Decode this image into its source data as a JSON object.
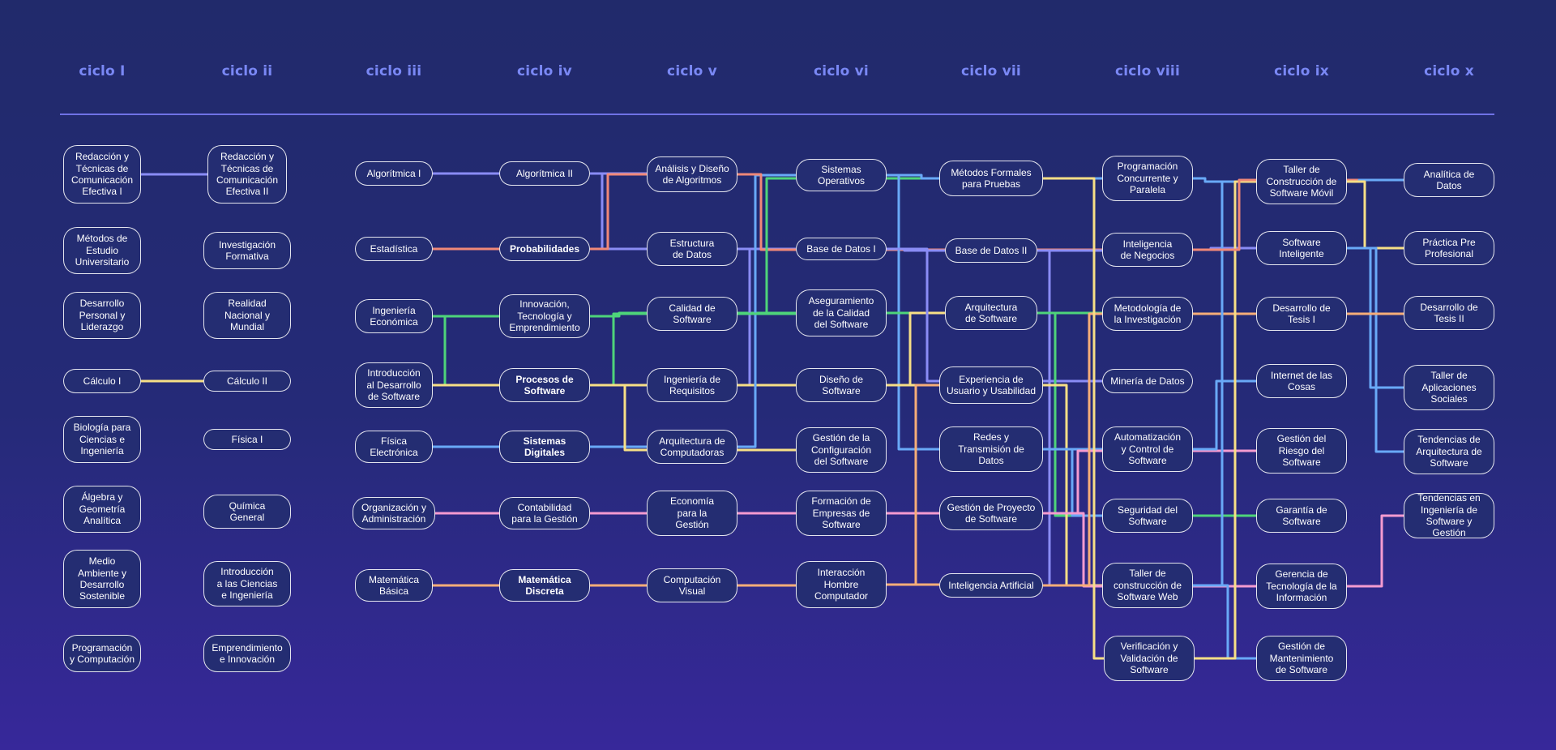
{
  "colors": {
    "purple": "#8a8cf5",
    "salmon": "#f08878",
    "green": "#4ed47a",
    "yellow": "#f7df86",
    "blue": "#69a9f7",
    "pink": "#f49bd0",
    "orange": "#f6ad78",
    "heading": "#7a88f5"
  },
  "cycles": [
    "ciclo I",
    "ciclo ii",
    "ciclo iii",
    "ciclo iv",
    "ciclo v",
    "ciclo vi",
    "ciclo vii",
    "ciclo viii",
    "ciclo ix",
    "ciclo x"
  ],
  "courses": [
    {
      "id": "c1_1",
      "name": "Redacción y\nTécnicas de\nComunicación\nEfectiva I"
    },
    {
      "id": "c1_2",
      "name": "Métodos de\nEstudio\nUniversitario"
    },
    {
      "id": "c1_3",
      "name": "Desarrollo\nPersonal y\nLiderazgo"
    },
    {
      "id": "c1_4",
      "name": "Cálculo I"
    },
    {
      "id": "c1_5",
      "name": "Biología para\nCiencias e\nIngeniería"
    },
    {
      "id": "c1_6",
      "name": "Álgebra y\nGeometría\nAnalítica"
    },
    {
      "id": "c1_7",
      "name": "Medio\nAmbiente y\nDesarrollo\nSostenible"
    },
    {
      "id": "c1_8",
      "name": "Programación\ny Computación"
    },
    {
      "id": "c2_1",
      "name": "Redacción y\nTécnicas de\nComunicación\nEfectiva II"
    },
    {
      "id": "c2_2",
      "name": "Investigación\nFormativa"
    },
    {
      "id": "c2_3",
      "name": "Realidad\nNacional y\nMundial"
    },
    {
      "id": "c2_4",
      "name": "Cálculo II"
    },
    {
      "id": "c2_5",
      "name": "Física I"
    },
    {
      "id": "c2_6",
      "name": "Química\nGeneral"
    },
    {
      "id": "c2_7",
      "name": "Introducción\na las Ciencias\ne Ingeniería"
    },
    {
      "id": "c2_8",
      "name": "Emprendimiento\ne Innovación"
    },
    {
      "id": "c3_1",
      "name": "Algorítmica I"
    },
    {
      "id": "c3_2",
      "name": "Estadística"
    },
    {
      "id": "c3_3",
      "name": "Ingeniería\nEconómica"
    },
    {
      "id": "c3_4",
      "name": "Introducción\nal Desarrollo\nde Software"
    },
    {
      "id": "c3_5",
      "name": "Física\nElectrónica"
    },
    {
      "id": "c3_6",
      "name": "Organización y\nAdministración"
    },
    {
      "id": "c3_7",
      "name": "Matemática\nBásica"
    },
    {
      "id": "c4_1",
      "name": "Algorítmica II"
    },
    {
      "id": "c4_2",
      "name": "Probabilidades"
    },
    {
      "id": "c4_3",
      "name": "Innovación,\nTecnología y\nEmprendimiento"
    },
    {
      "id": "c4_4",
      "name": "Procesos de\nSoftware"
    },
    {
      "id": "c4_5",
      "name": "Sistemas\nDigitales"
    },
    {
      "id": "c4_6",
      "name": "Contabilidad\npara la Gestión"
    },
    {
      "id": "c4_7",
      "name": "Matemática\nDiscreta"
    },
    {
      "id": "c5_1",
      "name": "Análisis y Diseño\nde Algoritmos"
    },
    {
      "id": "c5_2",
      "name": "Estructura\nde Datos"
    },
    {
      "id": "c5_3",
      "name": "Calidad de\nSoftware"
    },
    {
      "id": "c5_4",
      "name": "Ingeniería de\nRequisitos"
    },
    {
      "id": "c5_5",
      "name": "Arquitectura de\nComputadoras"
    },
    {
      "id": "c5_6",
      "name": "Economía\npara la\nGestión"
    },
    {
      "id": "c5_7",
      "name": "Computación\nVisual"
    },
    {
      "id": "c6_1",
      "name": "Sistemas\nOperativos"
    },
    {
      "id": "c6_2",
      "name": "Base de Datos I"
    },
    {
      "id": "c6_3",
      "name": "Aseguramiento\nde la Calidad\ndel Software"
    },
    {
      "id": "c6_4",
      "name": "Diseño de\nSoftware"
    },
    {
      "id": "c6_5",
      "name": "Gestión de la\nConfiguración\ndel Software"
    },
    {
      "id": "c6_6",
      "name": "Formación de\nEmpresas de\nSoftware"
    },
    {
      "id": "c6_7",
      "name": "Interacción\nHombre\nComputador"
    },
    {
      "id": "c7_1",
      "name": "Métodos Formales\npara Pruebas"
    },
    {
      "id": "c7_2",
      "name": "Base de Datos II"
    },
    {
      "id": "c7_3",
      "name": "Arquitectura\nde Software"
    },
    {
      "id": "c7_4",
      "name": "Experiencia de\nUsuario y Usabilidad"
    },
    {
      "id": "c7_5",
      "name": "Redes y\nTransmisión de\nDatos"
    },
    {
      "id": "c7_6",
      "name": "Gestión de Proyecto\nde Software"
    },
    {
      "id": "c7_7",
      "name": "Inteligencia Artificial"
    },
    {
      "id": "c8_1",
      "name": "Programación\nConcurrente y\nParalela"
    },
    {
      "id": "c8_2",
      "name": "Inteligencia\nde Negocios"
    },
    {
      "id": "c8_3",
      "name": "Metodología de\nla Investigación"
    },
    {
      "id": "c8_4",
      "name": "Minería de Datos"
    },
    {
      "id": "c8_5",
      "name": "Automatización\ny Control de\nSoftware"
    },
    {
      "id": "c8_6",
      "name": "Seguridad del\nSoftware"
    },
    {
      "id": "c8_7",
      "name": "Taller de\nconstrucción de\nSoftware Web"
    },
    {
      "id": "c8_8",
      "name": "Verificación y\nValidación de\nSoftware"
    },
    {
      "id": "c9_1",
      "name": "Taller de\nConstrucción de\nSoftware Móvil"
    },
    {
      "id": "c9_2",
      "name": "Software\nInteligente"
    },
    {
      "id": "c9_3",
      "name": "Desarrollo de\nTesis I"
    },
    {
      "id": "c9_4",
      "name": "Internet de las\nCosas"
    },
    {
      "id": "c9_5",
      "name": "Gestión del\nRiesgo del\nSoftware"
    },
    {
      "id": "c9_6",
      "name": "Garantía de\nSoftware"
    },
    {
      "id": "c9_7",
      "name": "Gerencia de\nTecnología de la\nInformación"
    },
    {
      "id": "c9_8",
      "name": "Gestión de\nMantenimiento\nde Software"
    },
    {
      "id": "c10_1",
      "name": "Analítica de\nDatos"
    },
    {
      "id": "c10_2",
      "name": "Práctica Pre\nProfesional"
    },
    {
      "id": "c10_3",
      "name": "Desarrollo de\nTesis II"
    },
    {
      "id": "c10_4",
      "name": "Taller de\nAplicaciones\nSociales"
    },
    {
      "id": "c10_5",
      "name": "Tendencias de\nArquitectura de\nSoftware"
    },
    {
      "id": "c10_6",
      "name": "Tendencias en\nIngeniería de\nSoftware y Gestión"
    }
  ],
  "prerequisites": [
    {
      "from": "c1_1",
      "to": "c2_1",
      "color": "purple"
    },
    {
      "from": "c1_4",
      "to": "c2_4",
      "color": "yellow"
    },
    {
      "from": "c3_1",
      "to": "c4_1",
      "color": "purple"
    },
    {
      "from": "c3_2",
      "to": "c4_2",
      "color": "salmon"
    },
    {
      "from": "c3_3",
      "to": "c4_3",
      "color": "green"
    },
    {
      "from": "c3_3",
      "to": "c4_4",
      "color": "green"
    },
    {
      "from": "c3_4",
      "to": "c4_4",
      "color": "yellow"
    },
    {
      "from": "c3_5",
      "to": "c4_5",
      "color": "blue"
    },
    {
      "from": "c3_6",
      "to": "c4_6",
      "color": "pink"
    },
    {
      "from": "c3_7",
      "to": "c4_7",
      "color": "orange"
    },
    {
      "from": "c4_1",
      "to": "c5_1",
      "color": "purple"
    },
    {
      "from": "c4_1",
      "to": "c5_2",
      "color": "purple"
    },
    {
      "from": "c4_2",
      "to": "c5_1",
      "color": "salmon"
    },
    {
      "from": "c4_4",
      "to": "c5_3",
      "color": "green"
    },
    {
      "from": "c4_4",
      "to": "c5_4",
      "color": "yellow"
    },
    {
      "from": "c4_5",
      "to": "c5_5",
      "color": "blue"
    },
    {
      "from": "c4_6",
      "to": "c5_6",
      "color": "pink"
    },
    {
      "from": "c4_7",
      "to": "c5_7",
      "color": "orange"
    },
    {
      "from": "c4_3",
      "to": "c6_3",
      "color": "green"
    },
    {
      "from": "c4_4",
      "to": "c6_5",
      "color": "yellow"
    },
    {
      "from": "c5_2",
      "to": "c6_2",
      "color": "purple"
    },
    {
      "from": "c5_2",
      "to": "c6_4",
      "color": "purple"
    },
    {
      "from": "c5_3",
      "to": "c6_3",
      "color": "green"
    },
    {
      "from": "c5_4",
      "to": "c6_4",
      "color": "yellow"
    },
    {
      "from": "c5_5",
      "to": "c6_1",
      "color": "blue"
    },
    {
      "from": "c5_6",
      "to": "c6_6",
      "color": "pink"
    },
    {
      "from": "c5_7",
      "to": "c6_7",
      "color": "orange"
    },
    {
      "from": "c5_1",
      "to": "c8_2",
      "color": "salmon"
    },
    {
      "from": "c5_3",
      "to": "c7_1",
      "color": "green"
    },
    {
      "from": "c6_1",
      "to": "c7_5",
      "color": "blue"
    },
    {
      "from": "c6_2",
      "to": "c7_2",
      "color": "purple"
    },
    {
      "from": "c6_3",
      "to": "c7_3",
      "color": "green"
    },
    {
      "from": "c6_4",
      "to": "c7_3",
      "color": "yellow"
    },
    {
      "from": "c6_4",
      "to": "c7_4",
      "color": "yellow"
    },
    {
      "from": "c6_6",
      "to": "c7_6",
      "color": "pink"
    },
    {
      "from": "c6_7",
      "to": "c7_4",
      "color": "orange"
    },
    {
      "from": "c6_7",
      "to": "c7_7",
      "color": "orange"
    },
    {
      "from": "c6_1",
      "to": "c8_1",
      "color": "blue"
    },
    {
      "from": "c6_2",
      "to": "c8_4",
      "color": "purple"
    },
    {
      "from": "c7_2",
      "to": "c8_2",
      "color": "purple"
    },
    {
      "from": "c7_2",
      "to": "c8_7",
      "color": "purple"
    },
    {
      "from": "c7_3",
      "to": "c8_3",
      "color": "green"
    },
    {
      "from": "c7_3",
      "to": "c8_6",
      "color": "green"
    },
    {
      "from": "c7_4",
      "to": "c8_7",
      "color": "yellow"
    },
    {
      "from": "c7_5",
      "to": "c8_5",
      "color": "blue"
    },
    {
      "from": "c7_5",
      "to": "c8_6",
      "color": "blue"
    },
    {
      "from": "c7_6",
      "to": "c9_5",
      "color": "pink"
    },
    {
      "from": "c7_6",
      "to": "c9_7",
      "color": "pink"
    },
    {
      "from": "c7_7",
      "to": "c8_3",
      "color": "orange"
    },
    {
      "from": "c7_1",
      "to": "c8_8",
      "color": "yellow"
    },
    {
      "from": "c8_1",
      "to": "c9_1",
      "color": "blue"
    },
    {
      "from": "c8_2",
      "to": "c9_2",
      "color": "purple"
    },
    {
      "from": "c8_3",
      "to": "c9_3",
      "color": "orange"
    },
    {
      "from": "c8_5",
      "to": "c9_4",
      "color": "blue"
    },
    {
      "from": "c8_6",
      "to": "c9_6",
      "color": "green"
    },
    {
      "from": "c8_7",
      "to": "c9_1",
      "color": "blue"
    },
    {
      "from": "c8_7",
      "to": "c9_8",
      "color": "blue"
    },
    {
      "from": "c8_8",
      "to": "c9_1",
      "color": "yellow"
    },
    {
      "from": "c8_2",
      "to": "c10_1",
      "color": "salmon"
    },
    {
      "from": "c9_1",
      "to": "c10_1",
      "color": "blue"
    },
    {
      "from": "c9_1",
      "to": "c10_2",
      "color": "yellow"
    },
    {
      "from": "c9_2",
      "to": "c10_4",
      "color": "blue"
    },
    {
      "from": "c9_2",
      "to": "c10_5",
      "color": "blue"
    },
    {
      "from": "c9_3",
      "to": "c10_3",
      "color": "orange"
    },
    {
      "from": "c9_7",
      "to": "c10_6",
      "color": "pink"
    }
  ]
}
